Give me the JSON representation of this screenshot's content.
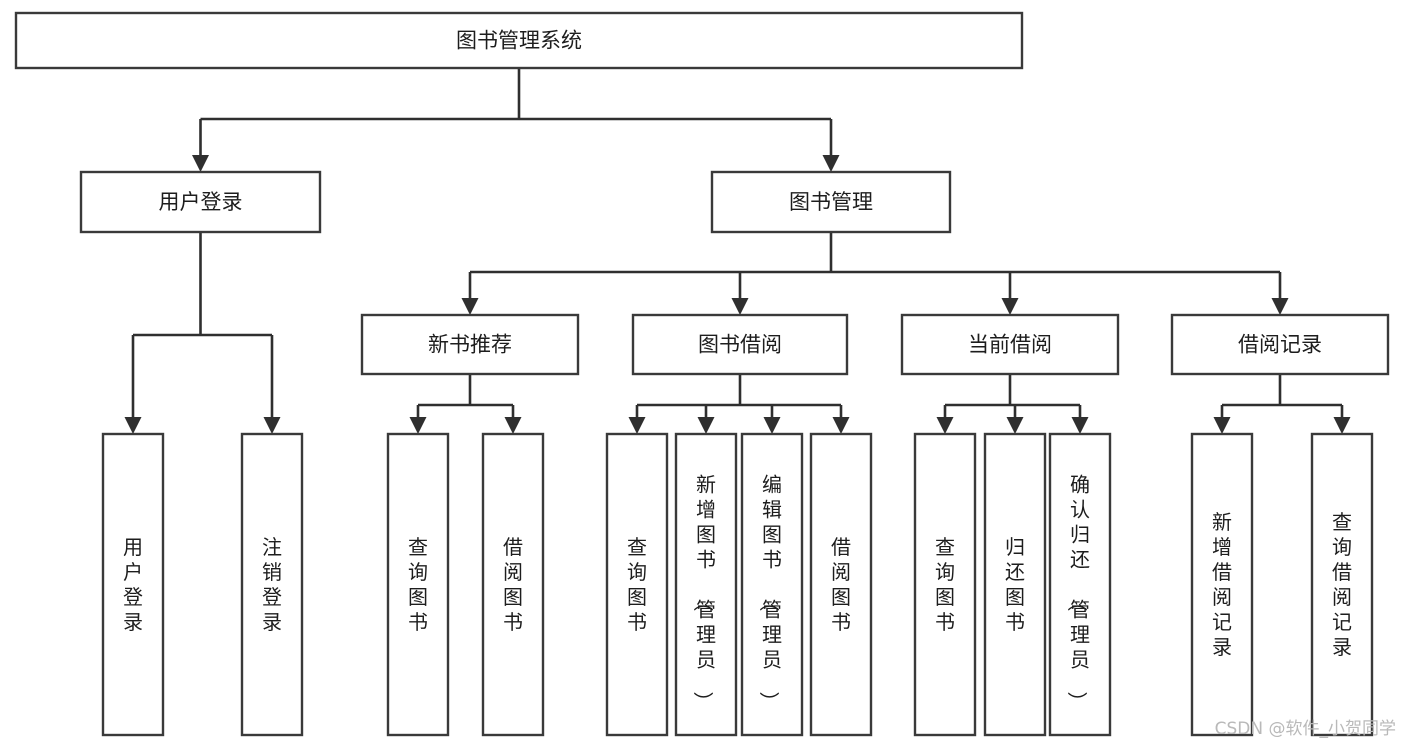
{
  "diagram": {
    "type": "tree",
    "title": "图书管理系统",
    "orientation": "top-down",
    "levels": 4,
    "root": {
      "label": "图书管理系统",
      "text_direction": "horizontal"
    },
    "level2": [
      {
        "label": "用户登录",
        "text_direction": "horizontal"
      },
      {
        "label": "图书管理",
        "text_direction": "horizontal"
      }
    ],
    "level3": [
      {
        "label": "新书推荐",
        "text_direction": "horizontal",
        "parent": "图书管理"
      },
      {
        "label": "图书借阅",
        "text_direction": "horizontal",
        "parent": "图书管理"
      },
      {
        "label": "当前借阅",
        "text_direction": "horizontal",
        "parent": "图书管理"
      },
      {
        "label": "借阅记录",
        "text_direction": "horizontal",
        "parent": "图书管理"
      }
    ],
    "leaves": [
      {
        "label": "用户登录",
        "parent": "用户登录",
        "text_direction": "vertical"
      },
      {
        "label": "注销登录",
        "parent": "用户登录",
        "text_direction": "vertical"
      },
      {
        "label": "查询图书",
        "parent": "新书推荐",
        "text_direction": "vertical"
      },
      {
        "label": "借阅图书",
        "parent": "新书推荐",
        "text_direction": "vertical"
      },
      {
        "label": "查询图书",
        "parent": "图书借阅",
        "text_direction": "vertical"
      },
      {
        "label": "新增图书（管理员）",
        "parent": "图书借阅",
        "text_direction": "vertical"
      },
      {
        "label": "编辑图书（管理员）",
        "parent": "图书借阅",
        "text_direction": "vertical"
      },
      {
        "label": "借阅图书",
        "parent": "图书借阅",
        "text_direction": "vertical"
      },
      {
        "label": "查询图书",
        "parent": "当前借阅",
        "text_direction": "vertical"
      },
      {
        "label": "归还图书",
        "parent": "当前借阅",
        "text_direction": "vertical"
      },
      {
        "label": "确认归还（管理员）",
        "parent": "当前借阅",
        "text_direction": "vertical"
      },
      {
        "label": "新增借阅记录",
        "parent": "借阅记录",
        "text_direction": "vertical"
      },
      {
        "label": "查询借阅记录",
        "parent": "借阅记录",
        "text_direction": "vertical"
      }
    ],
    "colors": {
      "box_stroke": "#3a3a3a",
      "box_fill": "#ffffff",
      "connector": "#2f2f2f",
      "label_text": "#1d1d1d",
      "background": "#ffffff",
      "watermark": "#b9b9b9"
    }
  },
  "watermark": {
    "text": "CSDN @软件_小贺同学"
  }
}
